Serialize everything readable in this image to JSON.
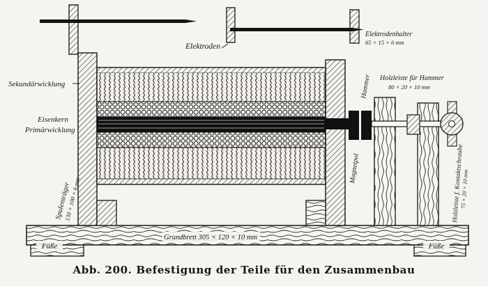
{
  "caption": "Abb. 200. Befestigung der Teile für den Zusammenbau",
  "labels": {
    "elektroden": "Elektroden",
    "elektrodenhalter": "Elektrodenhalter",
    "elektrodenhalter_dim": "65 × 15 × 6 mm",
    "sekundaerwicklung": "Sekundärwicklung",
    "eisenkern": "Eisenkern",
    "primaerwicklung": "Primärwicklung",
    "spulentraeger": "Spulenträger",
    "spulentraeger_dim": "130 × 100 × 6 mm",
    "hammer": "Hammer",
    "holzleiste_hammer": "Holzleiste für Hammer",
    "holzleiste_hammer_dim": "80 × 20 × 10 mm",
    "magnetpol": "Magnetpol",
    "holzleiste_kontaktschraube": "Holzleiste f. Kontaktschraube",
    "holzleiste_kontaktschraube_dim": "75 × 20 × 10 mm",
    "grundbrett": "Grundbrett 305 × 120 × 10 mm",
    "fuesse_links": "Füße",
    "fuesse_rechts": "Füße"
  }
}
